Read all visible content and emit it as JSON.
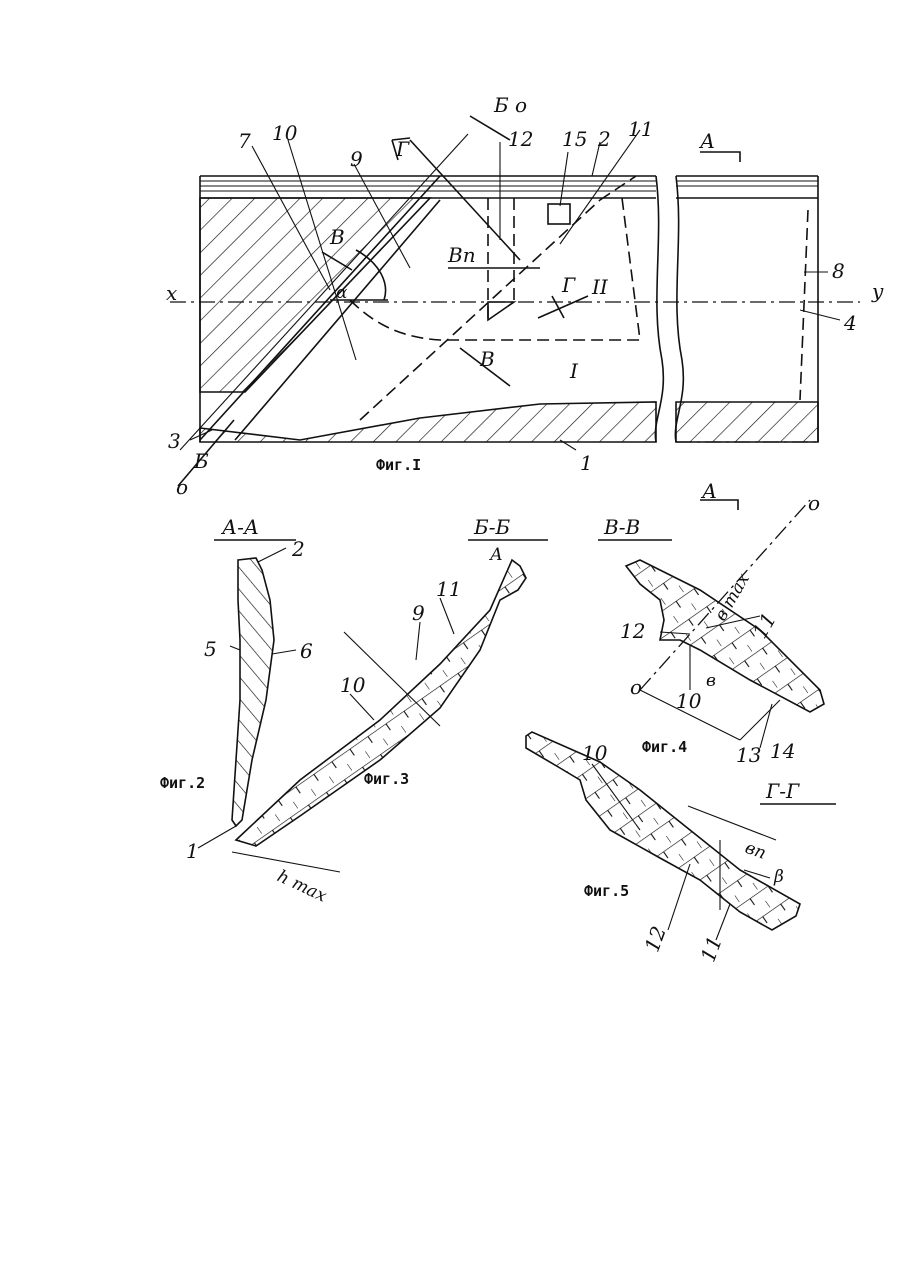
{
  "figures": {
    "fig1": {
      "caption": "Фиг.I",
      "labels": [
        "7",
        "10",
        "9",
        "Г",
        "Б о",
        "12",
        "15",
        "2",
        "11",
        "А",
        "В",
        "Вп",
        "Г",
        "II",
        "I",
        "В",
        "8",
        "4",
        "х",
        "у",
        "3",
        "Б",
        "о",
        "1",
        "α"
      ]
    },
    "fig2": {
      "caption": "Фиг.2",
      "section": "А-А",
      "labels": [
        "2",
        "5",
        "6",
        "1"
      ]
    },
    "fig3": {
      "caption": "Фиг.3",
      "section": "Б-Б",
      "view_mark": "А",
      "labels": [
        "11",
        "9",
        "10",
        "h max"
      ]
    },
    "fig4": {
      "caption": "Фиг.4",
      "section": "В-В",
      "view_mark": "А",
      "labels": [
        "о",
        "в max",
        "11",
        "12",
        "о",
        "10",
        "в",
        "13",
        "14"
      ]
    },
    "fig5": {
      "caption": "Фиг.5",
      "section": "Г-Г",
      "labels": [
        "10",
        "вп",
        "β",
        "12",
        "11"
      ]
    }
  }
}
